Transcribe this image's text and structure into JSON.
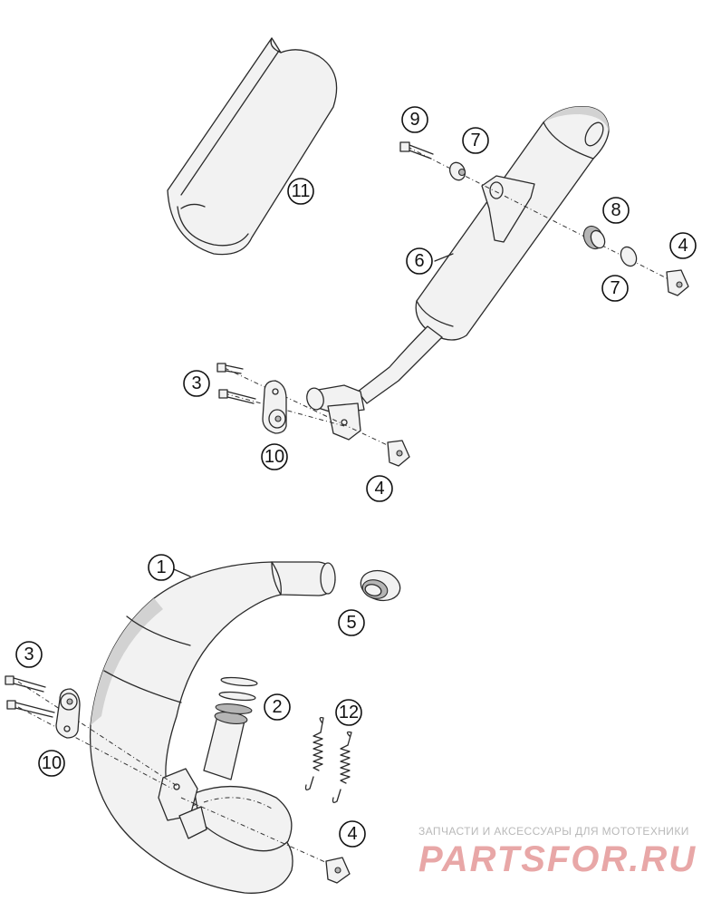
{
  "callouts": [
    {
      "id": "c1",
      "label": "1"
    },
    {
      "id": "c2",
      "label": "2"
    },
    {
      "id": "c3a",
      "label": "3"
    },
    {
      "id": "c3b",
      "label": "3"
    },
    {
      "id": "c4a",
      "label": "4"
    },
    {
      "id": "c4b",
      "label": "4"
    },
    {
      "id": "c4c",
      "label": "4"
    },
    {
      "id": "c5",
      "label": "5"
    },
    {
      "id": "c6",
      "label": "6"
    },
    {
      "id": "c7a",
      "label": "7"
    },
    {
      "id": "c7b",
      "label": "7"
    },
    {
      "id": "c8",
      "label": "8"
    },
    {
      "id": "c9",
      "label": "9"
    },
    {
      "id": "c10a",
      "label": "10"
    },
    {
      "id": "c10b",
      "label": "10"
    },
    {
      "id": "c11",
      "label": "11"
    },
    {
      "id": "c12",
      "label": "12"
    }
  ],
  "watermark": {
    "tagline": "ЗАПЧАСТИ И АКСЕССУАРЫ ДЛЯ МОТОТЕХНИКИ",
    "brand": "PARTSFOR.RU"
  }
}
